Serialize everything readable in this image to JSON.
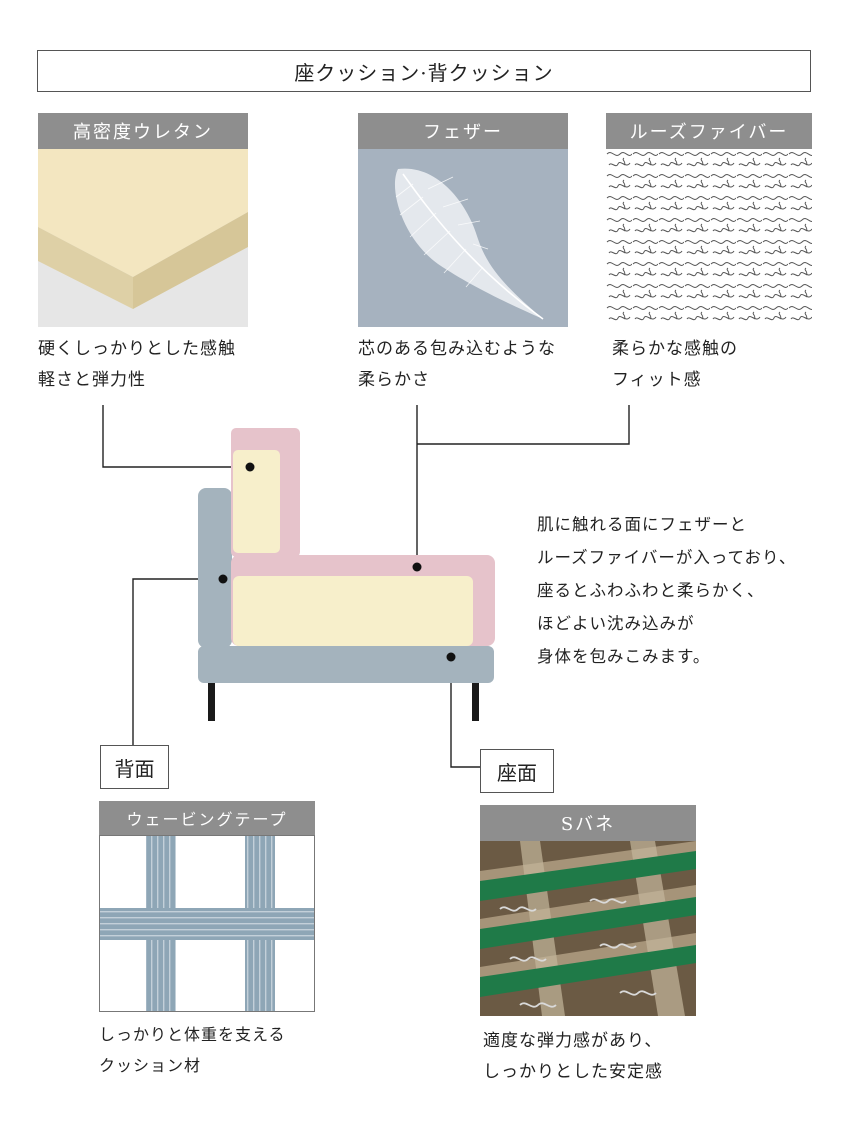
{
  "header": {
    "title": "座クッション·背クッション"
  },
  "materials": {
    "urethane": {
      "label": "高密度ウレタン",
      "desc_line1": "硬くしっかりとした感触",
      "desc_line2": "軽さと弾力性"
    },
    "feather": {
      "label": "フェザー",
      "desc_line1": "芯のある包み込むような",
      "desc_line2": "柔らかさ"
    },
    "loose_fiber": {
      "label": "ルーズファイバー",
      "desc_line1": "柔らかな感触の",
      "desc_line2": "フィット感"
    }
  },
  "callout": {
    "lines": [
      "肌に触れる面にフェザーと",
      "ルーズファイバーが入っており、",
      "座るとふわふわと柔らかく、",
      "ほどよい沈み込みが",
      "身体を包みこみます。"
    ]
  },
  "tags": {
    "back": "背面",
    "seat": "座面"
  },
  "webbing": {
    "label": "ウェービングテープ",
    "desc_line1": "しっかりと体重を支える",
    "desc_line2": "クッション材"
  },
  "s_spring": {
    "label": "Sバネ",
    "desc_line1": "適度な弾力感があり、",
    "desc_line2": "しっかりとした安定感"
  },
  "colors": {
    "urethane_top": "#f3e6c0",
    "urethane_side": "#d9c99d",
    "urethane_bg": "#e6e6e6",
    "feather_bg": "#a6b2bf",
    "label_bar": "#8e8e8e",
    "sofa_pink": "#e6c3cb",
    "sofa_cream": "#f7efcb",
    "sofa_blue": "#a4b3bd",
    "webbing_strap": "#8ea6b6",
    "spring_green": "#1f7a48"
  }
}
